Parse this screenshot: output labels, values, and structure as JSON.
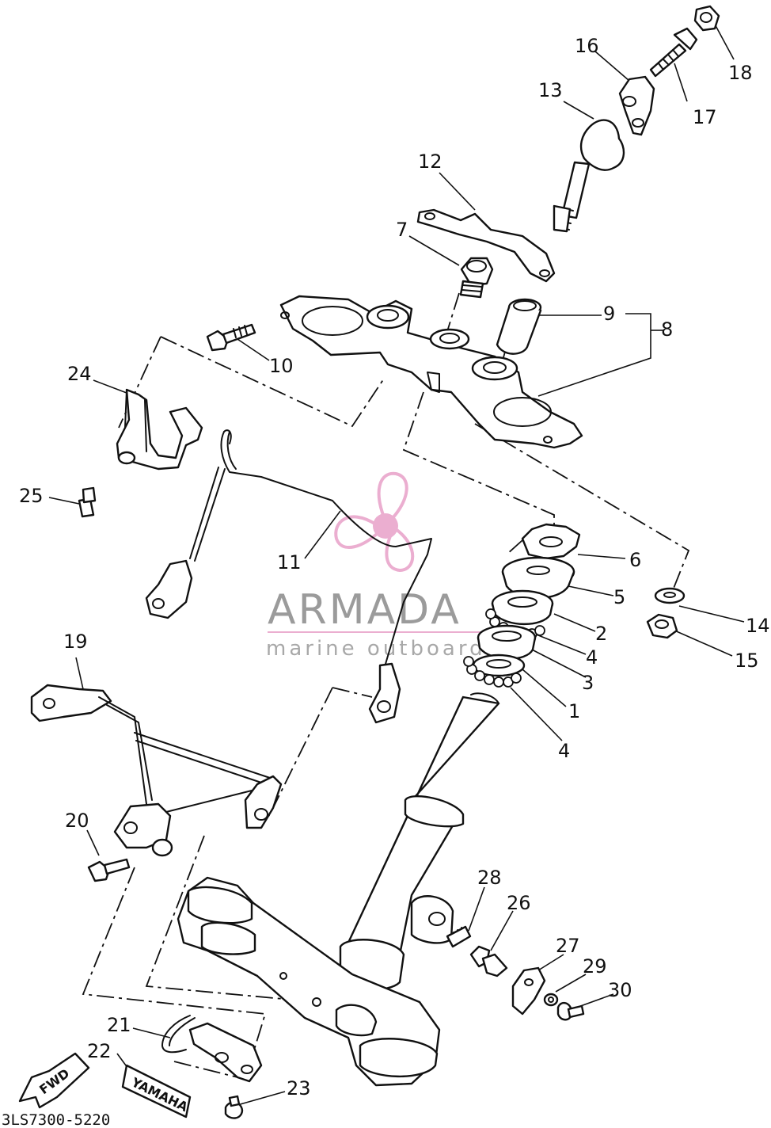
{
  "diagram": {
    "code": "3LS7300-5220",
    "callouts": [
      "1",
      "2",
      "3",
      "4",
      "4",
      "5",
      "6",
      "7",
      "8",
      "9",
      "10",
      "11",
      "12",
      "13",
      "14",
      "15",
      "16",
      "17",
      "18",
      "19",
      "20",
      "21",
      "22",
      "23",
      "24",
      "25",
      "26",
      "27",
      "28",
      "29",
      "30"
    ],
    "fwd_arrow_label": "FWD",
    "emblem_text": "YAMAHA"
  },
  "watermark": {
    "brand": "ARMADA",
    "tagline": "marine outboards",
    "logo_color": "#e8a0c8",
    "text_color": "#8a8a8a"
  }
}
